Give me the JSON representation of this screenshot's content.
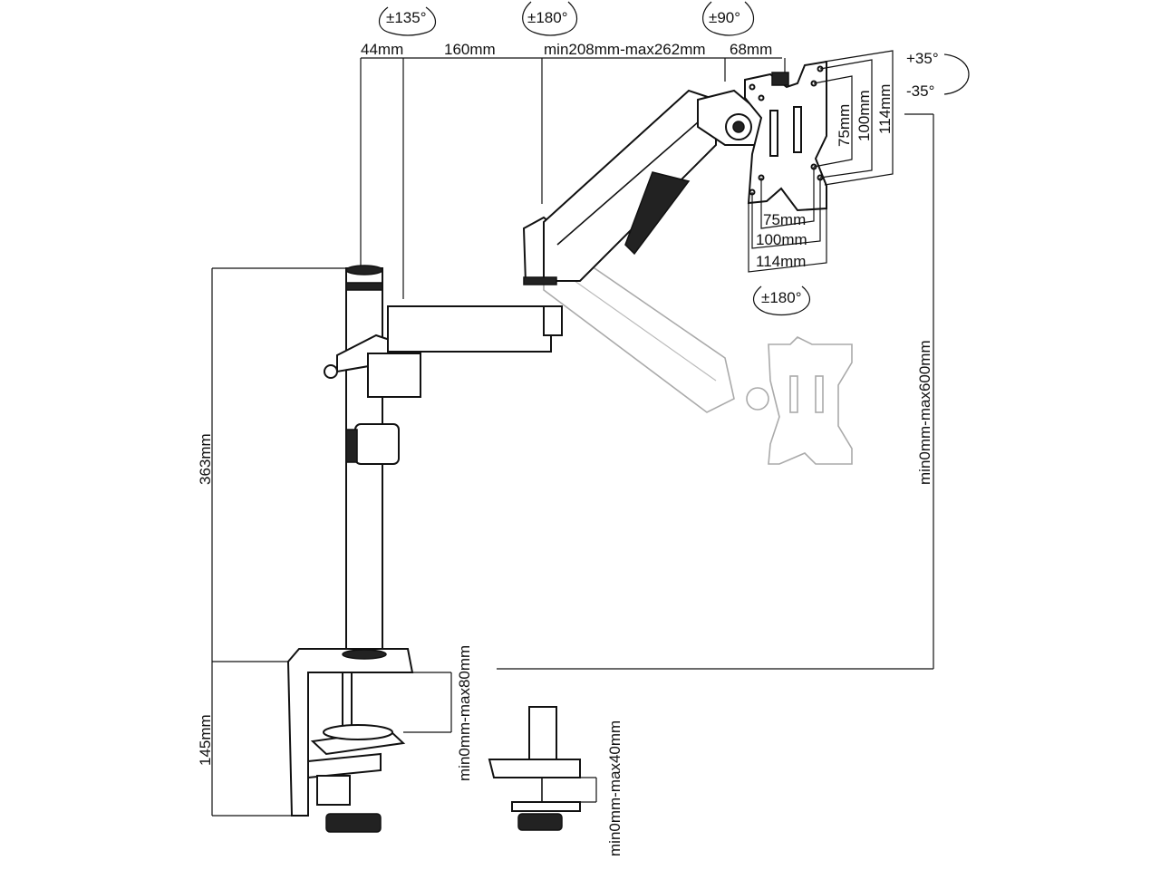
{
  "rotations": {
    "arm_base": "±135°",
    "arm_mid": "±180°",
    "head_swivel": "±90°",
    "tilt_up": "+35°",
    "tilt_down": "-35°",
    "plate_rotate": "±180°"
  },
  "top_dims": {
    "d1": "44mm",
    "d2": "160mm",
    "d3": "min208mm-max262mm",
    "d4": "68mm"
  },
  "vesa": {
    "vertical": [
      "75mm",
      "100mm",
      "114mm"
    ],
    "horizontal": [
      "75mm",
      "100mm",
      "114mm"
    ]
  },
  "height_range": "min0mm-max600mm",
  "pole_height": "363mm",
  "clamp_height": "145mm",
  "clamp_range": "min0mm-max80mm",
  "grommet_range": "min0mm-max40mm"
}
